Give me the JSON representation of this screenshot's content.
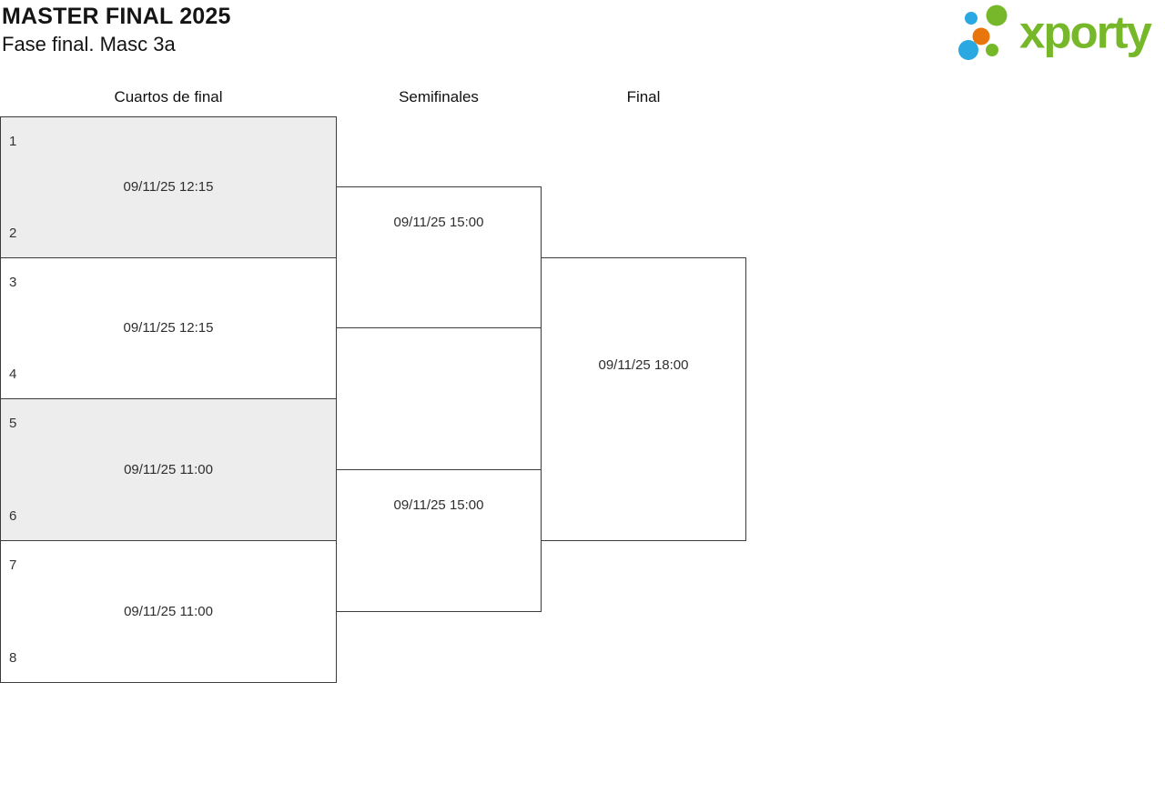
{
  "page": {
    "title": "MASTER FINAL 2025",
    "subtitle": "Fase final. Masc 3a"
  },
  "brand": {
    "name": "xporty",
    "green": "#76B82A",
    "blue": "#29A8E1",
    "orange": "#E8760D"
  },
  "bracket": {
    "rounds": [
      {
        "label": "Cuartos de final",
        "matches": [
          {
            "seed_top": "1",
            "seed_bottom": "2",
            "datetime": "09/11/25 12:15"
          },
          {
            "seed_top": "3",
            "seed_bottom": "4",
            "datetime": "09/11/25 12:15"
          },
          {
            "seed_top": "5",
            "seed_bottom": "6",
            "datetime": "09/11/25 11:00"
          },
          {
            "seed_top": "7",
            "seed_bottom": "8",
            "datetime": "09/11/25 11:00"
          }
        ]
      },
      {
        "label": "Semifinales",
        "matches": [
          {
            "datetime": "09/11/25 15:00"
          },
          {
            "datetime": "09/11/25 15:00"
          }
        ]
      },
      {
        "label": "Final",
        "matches": [
          {
            "datetime": "09/11/25 18:00"
          }
        ]
      }
    ]
  }
}
